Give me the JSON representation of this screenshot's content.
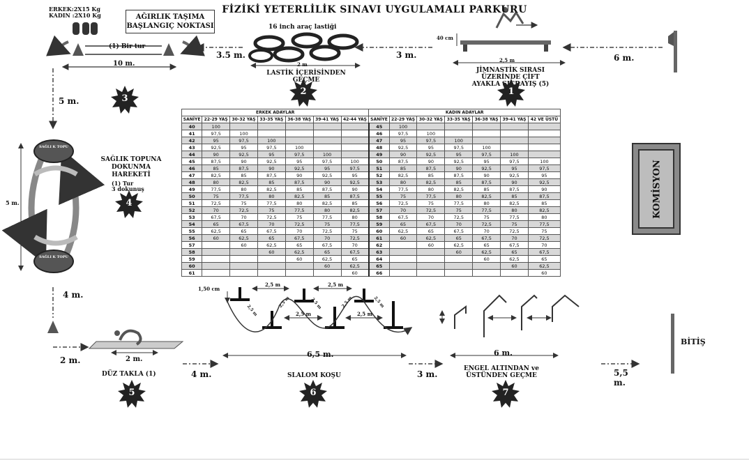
{
  "title": "FİZİKİ YETERLİLİK SINAVI UYGULAMALI PARKURU",
  "weights": {
    "male": "ERKEK:2X15 Kg",
    "female": "KADIN :2X10 Kg"
  },
  "start_box": "AĞIRLIK TAŞIMA BAŞLANGIÇ NOKTASI",
  "one_lap": "(1) Bir tur",
  "tire_label": "16 inch araç lastiği",
  "tire_width": "2 m",
  "tire_caption": "LASTİK İÇERİSİNDEN GEÇME",
  "bench_height": "40 cm",
  "bench_width": "2,5 m",
  "bench_caption": "JİMNASTİK SIRASI ÜZERİNDE ÇİFT AYAKLA SIÇRAYIŞ (5)",
  "ball_section": {
    "caption": "SAĞLIK TOPUNA DOKUNMA HAREKETİ",
    "sub1": "(1) Tur",
    "sub2": "3 dokunuş",
    "ball_text": "SAĞLI K TOPU",
    "height": "5 m."
  },
  "komisyon": "KOMİSYON",
  "finish": "BİTİŞ",
  "roll_caption": "DÜZ TAKLA (1)",
  "slalom_caption": "SLALOM KOŞU",
  "hurdle_caption": "ENGEL ALTINDAN ve ÜSTÜNDEN GEÇME",
  "slalom_marks": {
    "height": "1,50 cm",
    "s1": "2,5 m",
    "s2": "2,5 m",
    "s3": "2,5 m",
    "s4": "2,5 m",
    "d1": "2,5 m",
    "d2": "2,5 m",
    "d3": "2,5 m",
    "d4": "2,5 m",
    "d5": "2,5 m"
  },
  "distances": {
    "d_3_5": "3.5 m.",
    "d_3": "3 m.",
    "d_6": "6 m.",
    "d_10": "10 m.",
    "d_5": "5 m.",
    "d_4": "4 m.",
    "d_2a": "2 m.",
    "d_2b": "2 m.",
    "d_4b": "4 m.",
    "d_6_5": "6,5 m.",
    "d_3b": "3 m.",
    "d_6b": "6 m.",
    "d_5_5a": "5,5",
    "d_5_5b": "m."
  },
  "stations": [
    "1",
    "2",
    "3",
    "4",
    "5",
    "6",
    "7"
  ],
  "table": {
    "group_male": "ERKEK ADAYLAR",
    "group_female": "KADIN ADAYLAR",
    "headers_male": [
      "SANİYE",
      "22-29 YAŞ",
      "30-32 YAŞ",
      "33-35 YAŞ",
      "36-38 YAŞ",
      "39-41 YAŞ",
      "42-44 YAŞ"
    ],
    "headers_female": [
      "SANİYE",
      "22-29 YAŞ",
      "30-32 YAŞ",
      "33-35 YAŞ",
      "36-38 YAŞ",
      "39-41 YAŞ",
      "42 VE ÜSTÜ"
    ],
    "rows": [
      [
        [
          "40",
          "100",
          "",
          "",
          "",
          "",
          ""
        ],
        [
          "45",
          "100",
          "",
          "",
          "",
          "",
          ""
        ]
      ],
      [
        [
          "41",
          "97,5",
          "100",
          "",
          "",
          "",
          ""
        ],
        [
          "46",
          "97,5",
          "100",
          "",
          "",
          "",
          ""
        ]
      ],
      [
        [
          "42",
          "95",
          "97,5",
          "100",
          "",
          "",
          ""
        ],
        [
          "47",
          "95",
          "97,5",
          "100",
          "",
          "",
          ""
        ]
      ],
      [
        [
          "43",
          "92,5",
          "95",
          "97,5",
          "100",
          "",
          ""
        ],
        [
          "48",
          "92,5",
          "95",
          "97,5",
          "100",
          "",
          ""
        ]
      ],
      [
        [
          "44",
          "90",
          "92,5",
          "95",
          "97,5",
          "100",
          ""
        ],
        [
          "49",
          "90",
          "92,5",
          "95",
          "97,5",
          "100",
          ""
        ]
      ],
      [
        [
          "45",
          "87,5",
          "90",
          "92,5",
          "95",
          "97,5",
          "100"
        ],
        [
          "50",
          "87,5",
          "90",
          "92,5",
          "95",
          "97,5",
          "100"
        ]
      ],
      [
        [
          "46",
          "85",
          "87,5",
          "90",
          "92,5",
          "95",
          "97,5"
        ],
        [
          "51",
          "85",
          "87,5",
          "90",
          "92,5",
          "95",
          "97,5"
        ]
      ],
      [
        [
          "47",
          "82,5",
          "85",
          "87,5",
          "90",
          "92,5",
          "95"
        ],
        [
          "52",
          "82,5",
          "85",
          "87,5",
          "90",
          "92,5",
          "95"
        ]
      ],
      [
        [
          "48",
          "80",
          "82,5",
          "85",
          "87,5",
          "90",
          "92,5"
        ],
        [
          "53",
          "80",
          "82,5",
          "85",
          "87,5",
          "90",
          "92,5"
        ]
      ],
      [
        [
          "49",
          "77,5",
          "80",
          "82,5",
          "85",
          "87,5",
          "90"
        ],
        [
          "54",
          "77,5",
          "80",
          "82,5",
          "85",
          "87,5",
          "90"
        ]
      ],
      [
        [
          "50",
          "75",
          "77,5",
          "80",
          "82,5",
          "85",
          "87,5"
        ],
        [
          "55",
          "75",
          "77,5",
          "80",
          "82,5",
          "85",
          "87,5"
        ]
      ],
      [
        [
          "51",
          "72,5",
          "75",
          "77,5",
          "80",
          "82,5",
          "85"
        ],
        [
          "56",
          "72,5",
          "75",
          "77,5",
          "80",
          "82,5",
          "85"
        ]
      ],
      [
        [
          "52",
          "70",
          "72,5",
          "75",
          "77,5",
          "80",
          "82,5"
        ],
        [
          "57",
          "70",
          "72,5",
          "75",
          "77,5",
          "80",
          "82,5"
        ]
      ],
      [
        [
          "53",
          "67,5",
          "70",
          "72,5",
          "75",
          "77,5",
          "80"
        ],
        [
          "58",
          "67,5",
          "70",
          "72,5",
          "75",
          "77,5",
          "80"
        ]
      ],
      [
        [
          "54",
          "65",
          "67,5",
          "70",
          "72,5",
          "75",
          "77,5"
        ],
        [
          "59",
          "65",
          "67,5",
          "70",
          "72,5",
          "75",
          "77,5"
        ]
      ],
      [
        [
          "55",
          "62,5",
          "65",
          "67,5",
          "70",
          "72,5",
          "75"
        ],
        [
          "60",
          "62,5",
          "65",
          "67,5",
          "70",
          "72,5",
          "75"
        ]
      ],
      [
        [
          "56",
          "60",
          "62,5",
          "65",
          "67,5",
          "70",
          "72,5"
        ],
        [
          "61",
          "60",
          "62,5",
          "65",
          "67,5",
          "70",
          "72,5"
        ]
      ],
      [
        [
          "57",
          "",
          "60",
          "62,5",
          "65",
          "67,5",
          "70"
        ],
        [
          "62",
          "",
          "60",
          "62,5",
          "65",
          "67,5",
          "70"
        ]
      ],
      [
        [
          "58",
          "",
          "",
          "60",
          "62,5",
          "65",
          "67,5"
        ],
        [
          "63",
          "",
          "",
          "60",
          "62,5",
          "65",
          "67,5"
        ]
      ],
      [
        [
          "59",
          "",
          "",
          "",
          "60",
          "62,5",
          "65"
        ],
        [
          "64",
          "",
          "",
          "",
          "60",
          "62,5",
          "65"
        ]
      ],
      [
        [
          "60",
          "",
          "",
          "",
          "",
          "60",
          "62,5"
        ],
        [
          "65",
          "",
          "",
          "",
          "",
          "60",
          "62,5"
        ]
      ],
      [
        [
          "61",
          "",
          "",
          "",
          "",
          "",
          "60"
        ],
        [
          "66",
          "",
          "",
          "",
          "",
          "",
          "60"
        ]
      ]
    ]
  }
}
